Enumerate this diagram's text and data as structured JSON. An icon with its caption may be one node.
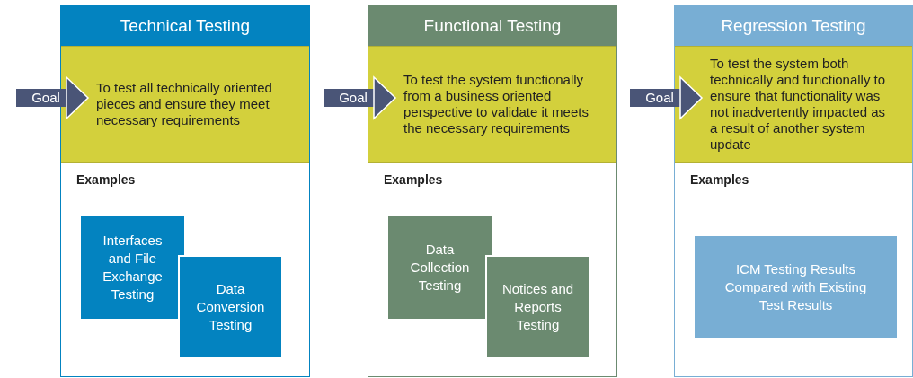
{
  "diagram": {
    "nodes": [
      {
        "text": [
          "Technical Testing",
          "Examples"
        ]
      },
      {
        "text": [
          "To test all technically oriented pieces and ensure they meet necessary requirements"
        ],
        "in": 0
      },
      {
        "text": [
          "Interfaces and File Exchange Testing"
        ],
        "in": 0
      },
      {
        "text": [
          "Data Conversion Testing"
        ],
        "in": 0
      },
      {
        "text": [
          "Functional Testing",
          "Examples"
        ]
      },
      {
        "text": [
          "To test the system functionally from a business oriented perspective to validate it meets the necessary requirements"
        ],
        "in": 4
      },
      {
        "text": [
          "Data Collection Testing"
        ],
        "in": 4
      },
      {
        "text": [
          "Notices and Reports Testing"
        ],
        "in": 4
      },
      {
        "text": [
          "Regression Testing",
          "Examples"
        ]
      },
      {
        "text": [
          "To test the system both technically and functionally to ensure that functionality was not inadvertently impacted as a result of another system update"
        ],
        "in": 8
      },
      {
        "text": [
          "ICM Testing Results Compared with Existing Test Results"
        ],
        "in": 8
      }
    ],
    "edges": [
      {
        "from": null,
        "to": 1,
        "arrow": "to",
        "label": "Goal"
      },
      {
        "from": null,
        "to": 5,
        "arrow": "to",
        "label": "Goal"
      },
      {
        "from": null,
        "to": 9,
        "arrow": "to",
        "label": "Goal"
      }
    ]
  }
}
